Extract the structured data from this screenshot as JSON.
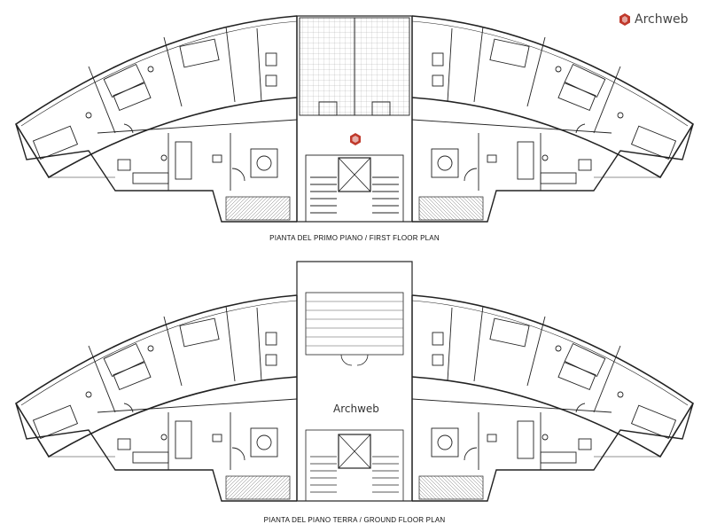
{
  "watermark": {
    "brand": "Archweb",
    "brand_color": "#c0392b"
  },
  "plans": [
    {
      "caption": "PIANTA DEL PRIMO PIANO /  FIRST FLOOR PLAN"
    },
    {
      "caption": "PIANTA DEL PIANO TERRA /  GROUND FLOOR PLAN"
    }
  ]
}
